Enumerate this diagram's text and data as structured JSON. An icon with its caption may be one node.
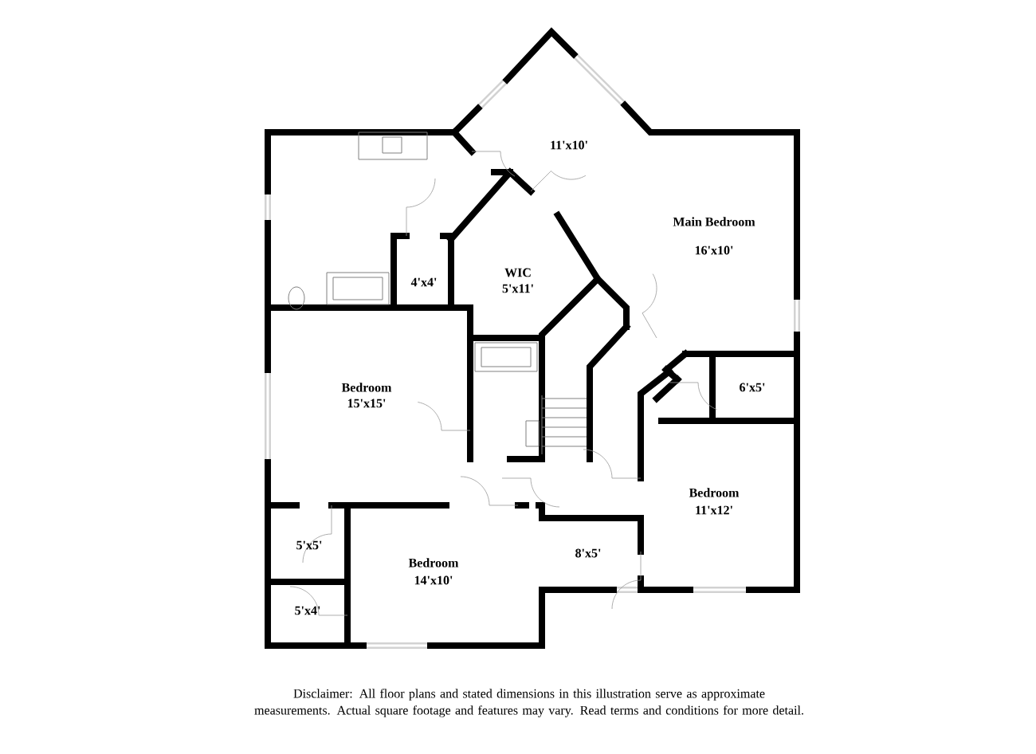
{
  "diagram": {
    "caption": "Disclaimer: All floor plans and stated dimensions in this illustration serve as approximate measurements. Actual square footage and features may vary. Read terms and conditions for more detail.",
    "labels": [
      "11'x10'",
      "Main Bedroom",
      "16'x10'",
      "WIC",
      "5'x11'",
      "4'x4'",
      "Bedroom",
      "15'x15'",
      "6'x5'",
      "Bedroom",
      "11'x12'",
      "5'x5'",
      "8'x5'",
      "Bedroom",
      "14'x10'",
      "5'x4'"
    ]
  }
}
